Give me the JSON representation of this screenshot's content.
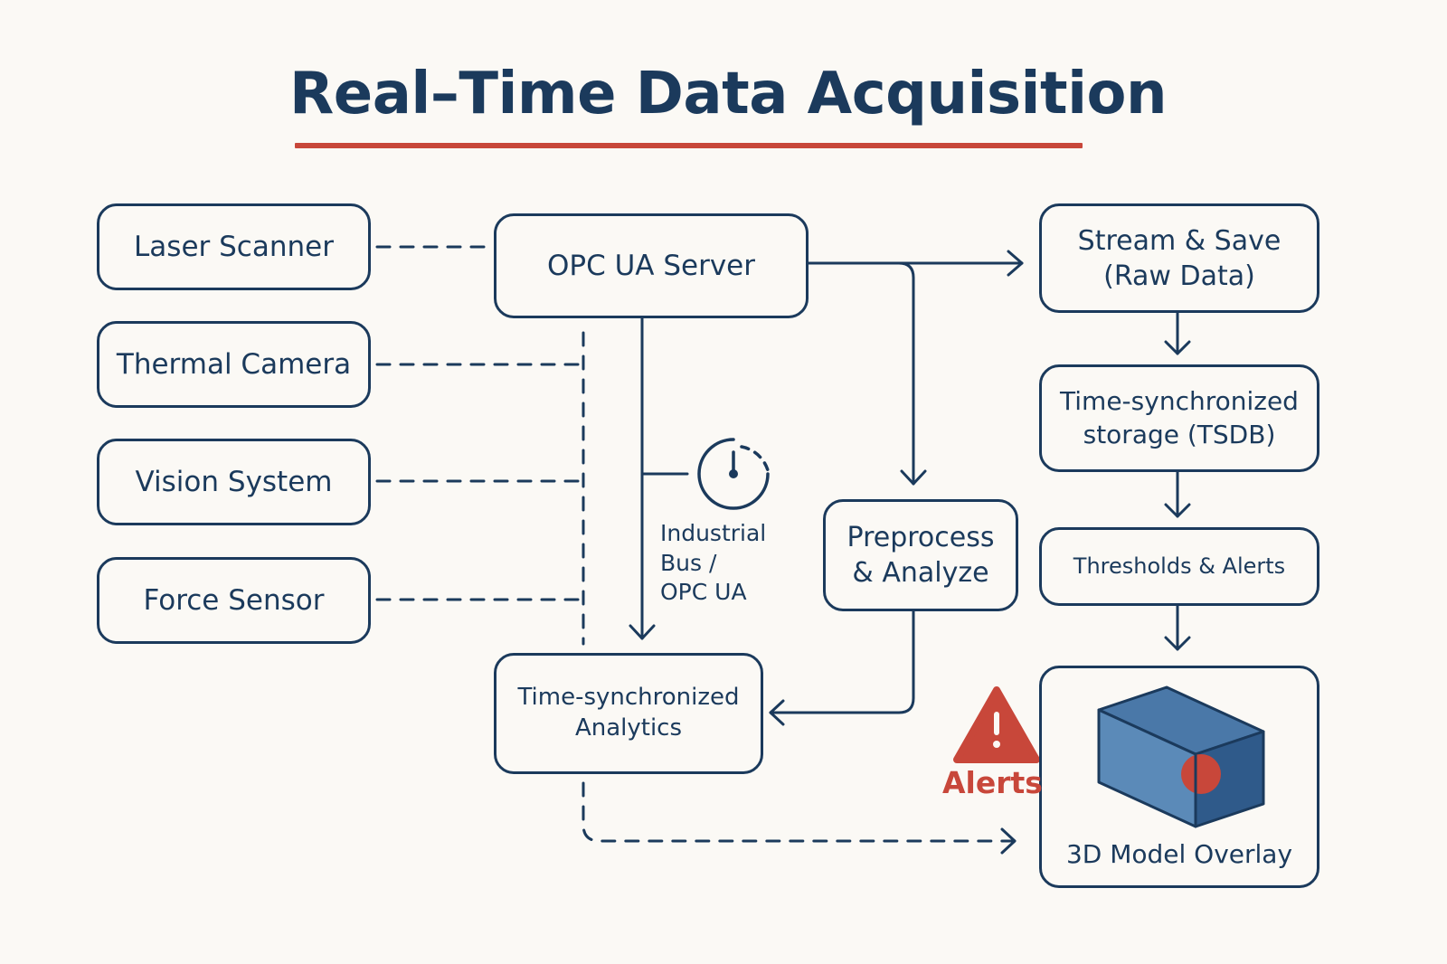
{
  "title": "Real–Time Data Acquisition",
  "sensors": [
    {
      "label": "Laser Scanner"
    },
    {
      "label": "Thermal Camera"
    },
    {
      "label": "Vision System"
    },
    {
      "label": "Force Sensor"
    }
  ],
  "server": {
    "label": "OPC UA Server"
  },
  "bus": {
    "label": "Industrial\nBus /\nOPC UA",
    "icon": "gauge-icon"
  },
  "preprocess": {
    "label": "Preprocess\n& Analyze"
  },
  "analytics": {
    "label": "Time-synchronized\nAnalytics"
  },
  "pipeline": [
    {
      "label": "Stream & Save\n(Raw Data)"
    },
    {
      "label": "Time-synchronized\nstorage (TSDB)"
    },
    {
      "label": "Thresholds & Alerts"
    }
  ],
  "overlay": {
    "label": "3D Model Overlay",
    "icon": "cube-model-icon"
  },
  "alert": {
    "label": "Alerts",
    "icon": "warning-triangle-icon"
  },
  "colors": {
    "ink": "#1b3a5c",
    "accent": "#c8473a",
    "background": "#fbf9f5",
    "cube_front": "#5b8ab8",
    "cube_top": "#4a78a8",
    "cube_side": "#2f5a8a"
  }
}
